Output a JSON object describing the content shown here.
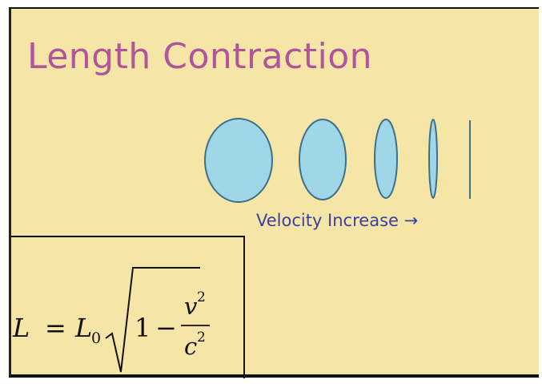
{
  "title": "Length Contraction",
  "caption": "Velocity Increase →",
  "formula": {
    "lhs": "L",
    "equals": "=",
    "coef": "L",
    "coef_sub": "0",
    "one": "1",
    "minus": "−",
    "num": "v",
    "num_exp": "2",
    "den": "c",
    "den_exp": "2"
  },
  "colors": {
    "background": "#f5e6a8",
    "title": "#b0559a",
    "caption": "#3a3fa0",
    "ellipse_fill": "#9fd6e8",
    "ellipse_stroke": "#3f6f8a"
  }
}
